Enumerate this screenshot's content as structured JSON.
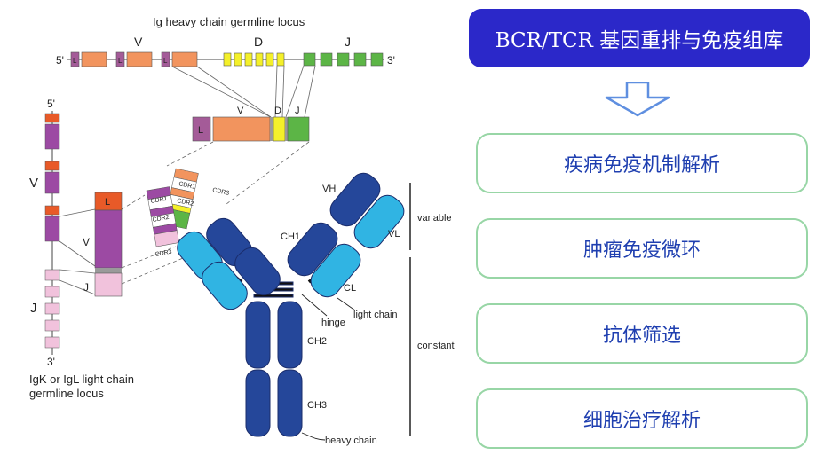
{
  "diagram": {
    "heavy_locus": {
      "title": "Ig heavy chain germline locus",
      "seg_v": "V",
      "seg_d": "D",
      "seg_j": "J",
      "five": "5'",
      "three": "3'",
      "leader": "L"
    },
    "rearranged_heavy": {
      "L": "L",
      "V": "V",
      "D": "D",
      "J": "J"
    },
    "light_locus": {
      "five": "5'",
      "three": "3'",
      "V": "V",
      "J": "J",
      "caption_line1": "IgK or IgL light chain",
      "caption_line2": "germline locus"
    },
    "rearranged_light": {
      "L": "L",
      "V": "V",
      "J": "J"
    },
    "cdr": {
      "cdr1": "CDR1",
      "cdr2": "CDR2",
      "cdr3": "CDR3"
    },
    "antibody": {
      "vh": "VH",
      "vl": "VL",
      "ch1": "CH1",
      "cl": "CL",
      "hinge": "hinge",
      "light_chain": "light chain",
      "ch2": "CH2",
      "ch3": "CH3",
      "heavy_chain": "heavy chain",
      "variable": "variable",
      "constant": "constant"
    }
  },
  "panel": {
    "title": "BCR/TCR 基因重排与免疫组库",
    "items": [
      "疾病免疫机制解析",
      "肿瘤免疫微环",
      "抗体筛选",
      "细胞治疗解析"
    ]
  },
  "colors": {
    "title_bg": "#2b28c9",
    "item_border": "#98d6a6",
    "item_text": "#1f3fb0",
    "v_segment": "#f2945e",
    "d_segment": "#f4f02a",
    "j_segment": "#5cb546",
    "leader_heavy": "#a45b98",
    "light_v": "#9c4aa3",
    "light_j": "#f1c2dc",
    "light_leader": "#e85a28",
    "heavy_chain": "#25479a",
    "light_chain_fill": "#30b4e3"
  }
}
